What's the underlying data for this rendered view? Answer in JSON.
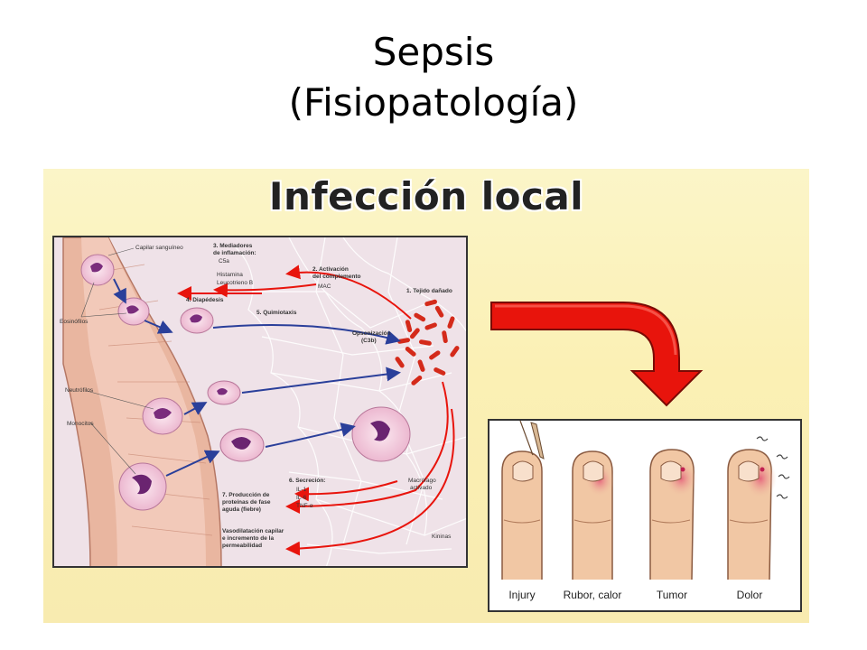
{
  "slide": {
    "title_line1": "Sepsis",
    "title_line2": "(Fisiopatología)"
  },
  "figure": {
    "heading": "Infección local",
    "left_panel": {
      "capilar": "Capilar sanguíneo",
      "mediadores_title": "3. Mediadores",
      "mediadores_sub": "de inflamación:",
      "c5a": "C5a",
      "histamina": "Histamina",
      "leucotrieno": "Leucotrieno B",
      "activacion_title": "2. Activación",
      "activacion_sub": "del complemento",
      "mac": "MAC",
      "tejido": "1. Tejido dañado",
      "diapedesis": "4. Diapédesis",
      "quimiotaxis": "5. Quimiotaxis",
      "opsonizacion": "Opsonización",
      "c3b": "(C3b)",
      "eosinofilos": "Eosinófilos",
      "neutrofilos": "Neutrófilos",
      "monocitos": "Monocitos",
      "secrecion": "6. Secreción:",
      "il1": "IL-1",
      "il6": "IL-6",
      "tnf": "TNF-α",
      "macrofago_1": "Macrófago",
      "macrofago_2": "activado",
      "produccion_1": "7. Producción de",
      "produccion_2": "proteínas de fase",
      "produccion_3": "aguda (fiebre)",
      "vaso_1": "Vasodilatación capilar",
      "vaso_2": "e incremento de la",
      "vaso_3": "permeabilidad",
      "kininas": "Kininas"
    },
    "right_panel": {
      "captions": [
        "Injury",
        "Rubor, calor",
        "Tumor",
        "Dolor"
      ]
    }
  },
  "colors": {
    "arrow_red": "#e8140c",
    "arrow_blue": "#2a3f9a",
    "bacteria_red": "#d42a1a",
    "capillary": "#e8b9a3",
    "cell_purple": "#7a2c7c",
    "finger_skin": "#f1c7a4",
    "inflammation": "#e45a78"
  }
}
